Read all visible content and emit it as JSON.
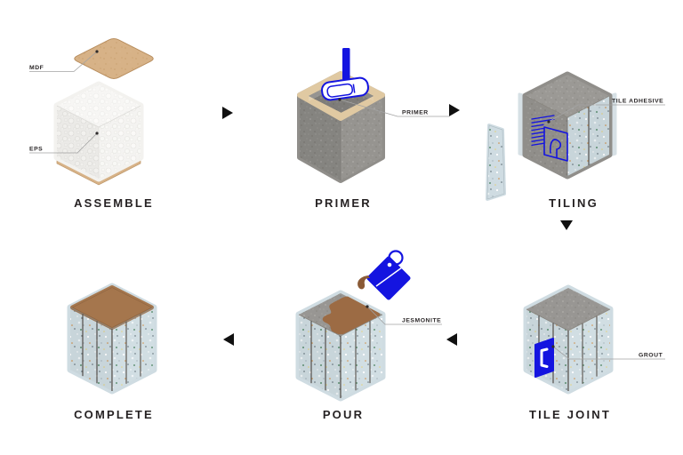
{
  "page": {
    "background": "#ffffff"
  },
  "steps": [
    {
      "id": "assemble",
      "caption": "ASSEMBLE",
      "callouts": [
        "MDF",
        "EPS"
      ]
    },
    {
      "id": "primer",
      "caption": "PRIMER",
      "callouts": [
        "PRIMER"
      ]
    },
    {
      "id": "tiling",
      "caption": "TILING",
      "callouts": [
        "TILE ADHESIVE"
      ]
    },
    {
      "id": "tile-joint",
      "caption": "TILE JOINT",
      "callouts": [
        "GROUT"
      ]
    },
    {
      "id": "pour",
      "caption": "POUR",
      "callouts": [
        "JESMONITE"
      ]
    },
    {
      "id": "complete",
      "caption": "COMPLETE",
      "callouts": []
    }
  ],
  "flow": {
    "arrows": [
      "right",
      "right",
      "down",
      "left",
      "left"
    ]
  },
  "icons": {
    "primer_tool": "paint-roller-icon",
    "tiling_tool": "notched-trowel-icon",
    "tile_joint_tool": "grout-float-icon",
    "pour_tool": "paint-can-icon"
  },
  "colors": {
    "mdf_tan": "#d7b287",
    "eps_white": "#f3f2ef",
    "primer_gray": "#908e8a",
    "tile_blue": "#cfdce2",
    "grout_dark": "#57524d",
    "jesmonite_brown": "#9c6b44",
    "tool_blue": "#1414e0",
    "arrow_black": "#101010",
    "label_text": "#262223"
  }
}
